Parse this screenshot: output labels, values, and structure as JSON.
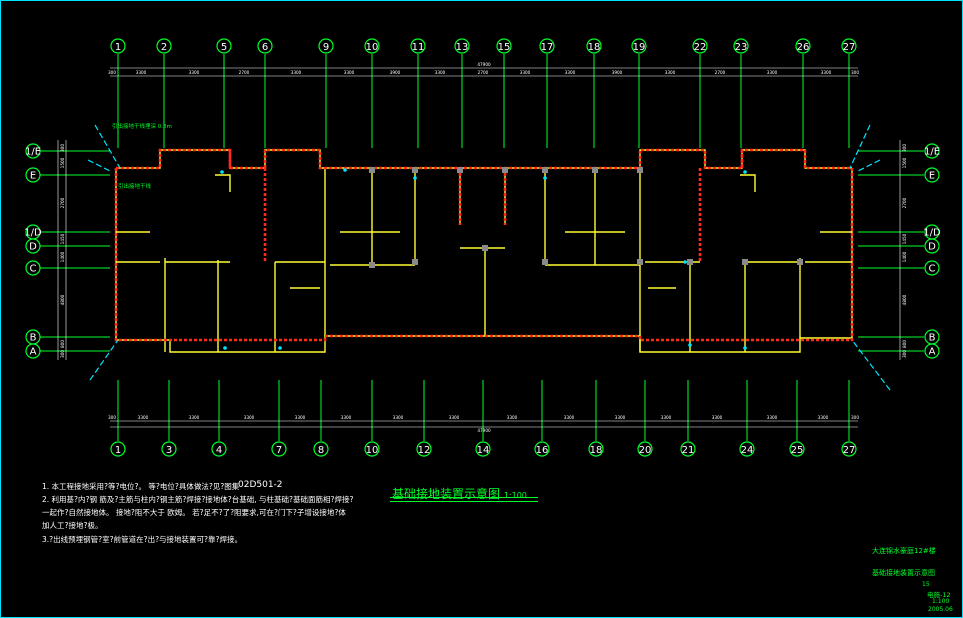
{
  "drawing": {
    "title": "基础接地装置示意图",
    "title_scale": "1:100",
    "standard_ref": "02D501-2",
    "top_total_dim": "47900",
    "bottom_total_dim": "47900",
    "left_note": "引出接地干线埋深 0.8m",
    "inner_label": "引出接地干线"
  },
  "top_axes": [
    "1",
    "2",
    "5",
    "6",
    "9",
    "10",
    "11",
    "13",
    "15",
    "17",
    "18",
    "19",
    "22",
    "23",
    "26",
    "27"
  ],
  "bottom_axes": [
    "1",
    "3",
    "4",
    "7",
    "8",
    "10",
    "12",
    "14",
    "16",
    "18",
    "20",
    "21",
    "24",
    "25",
    "27"
  ],
  "left_axes": [
    "1/E",
    "E",
    "1/D",
    "D",
    "C",
    "B",
    "A"
  ],
  "right_axes": [
    "1/E",
    "E",
    "1/D",
    "D",
    "C",
    "B",
    "A"
  ],
  "top_dims": [
    "300",
    "3300",
    "3300",
    "2700",
    "3300",
    "3300",
    "3900",
    "3300",
    "2700",
    "3300",
    "3300",
    "3900",
    "3300",
    "2700",
    "3300",
    "3300",
    "300"
  ],
  "bottom_dims": [
    "300",
    "3300",
    "3300",
    "3300",
    "3300",
    "3300",
    "3300",
    "3300",
    "3300",
    "3300",
    "3300",
    "3300",
    "3300",
    "3300",
    "3300",
    "300"
  ],
  "left_dims": [
    "300",
    "1500",
    "2700",
    "1450",
    "1400",
    "4800",
    "800",
    "300"
  ],
  "notes": [
    "1. 本工程接地采用?等?电位?。     等?电位?具体做法?见?图集",
    "2. 利用基?内?钢    筋及?主筋与柱内?钢主筋?焊接?接地体?台基础,           与柱基础?基础面筋相?焊接?",
    "    一起作?自然接地体。  接地?阻不大于  欧姆。    若?足不?了?阻要求,可在?门下?子增设接地?体",
    "    加人工?接地?极。",
    "3.?出线预埋钢管?室?前管道在?出?与接地装置可?靠?焊接。"
  ],
  "titleblock": {
    "project": "大连锦水豪庭12#楼",
    "drawing_name": "基础接地装置示意图",
    "sheet_number": "15",
    "drawing_code": "电施-12",
    "scale": "1:100",
    "date": "2005.06"
  },
  "colors": {
    "background": "#000000",
    "axis_line": "#00ff2a",
    "wall": "#ffff33",
    "grounding": "#ff2a1a",
    "text": "#ffffff",
    "frame": "#00e5ff"
  }
}
